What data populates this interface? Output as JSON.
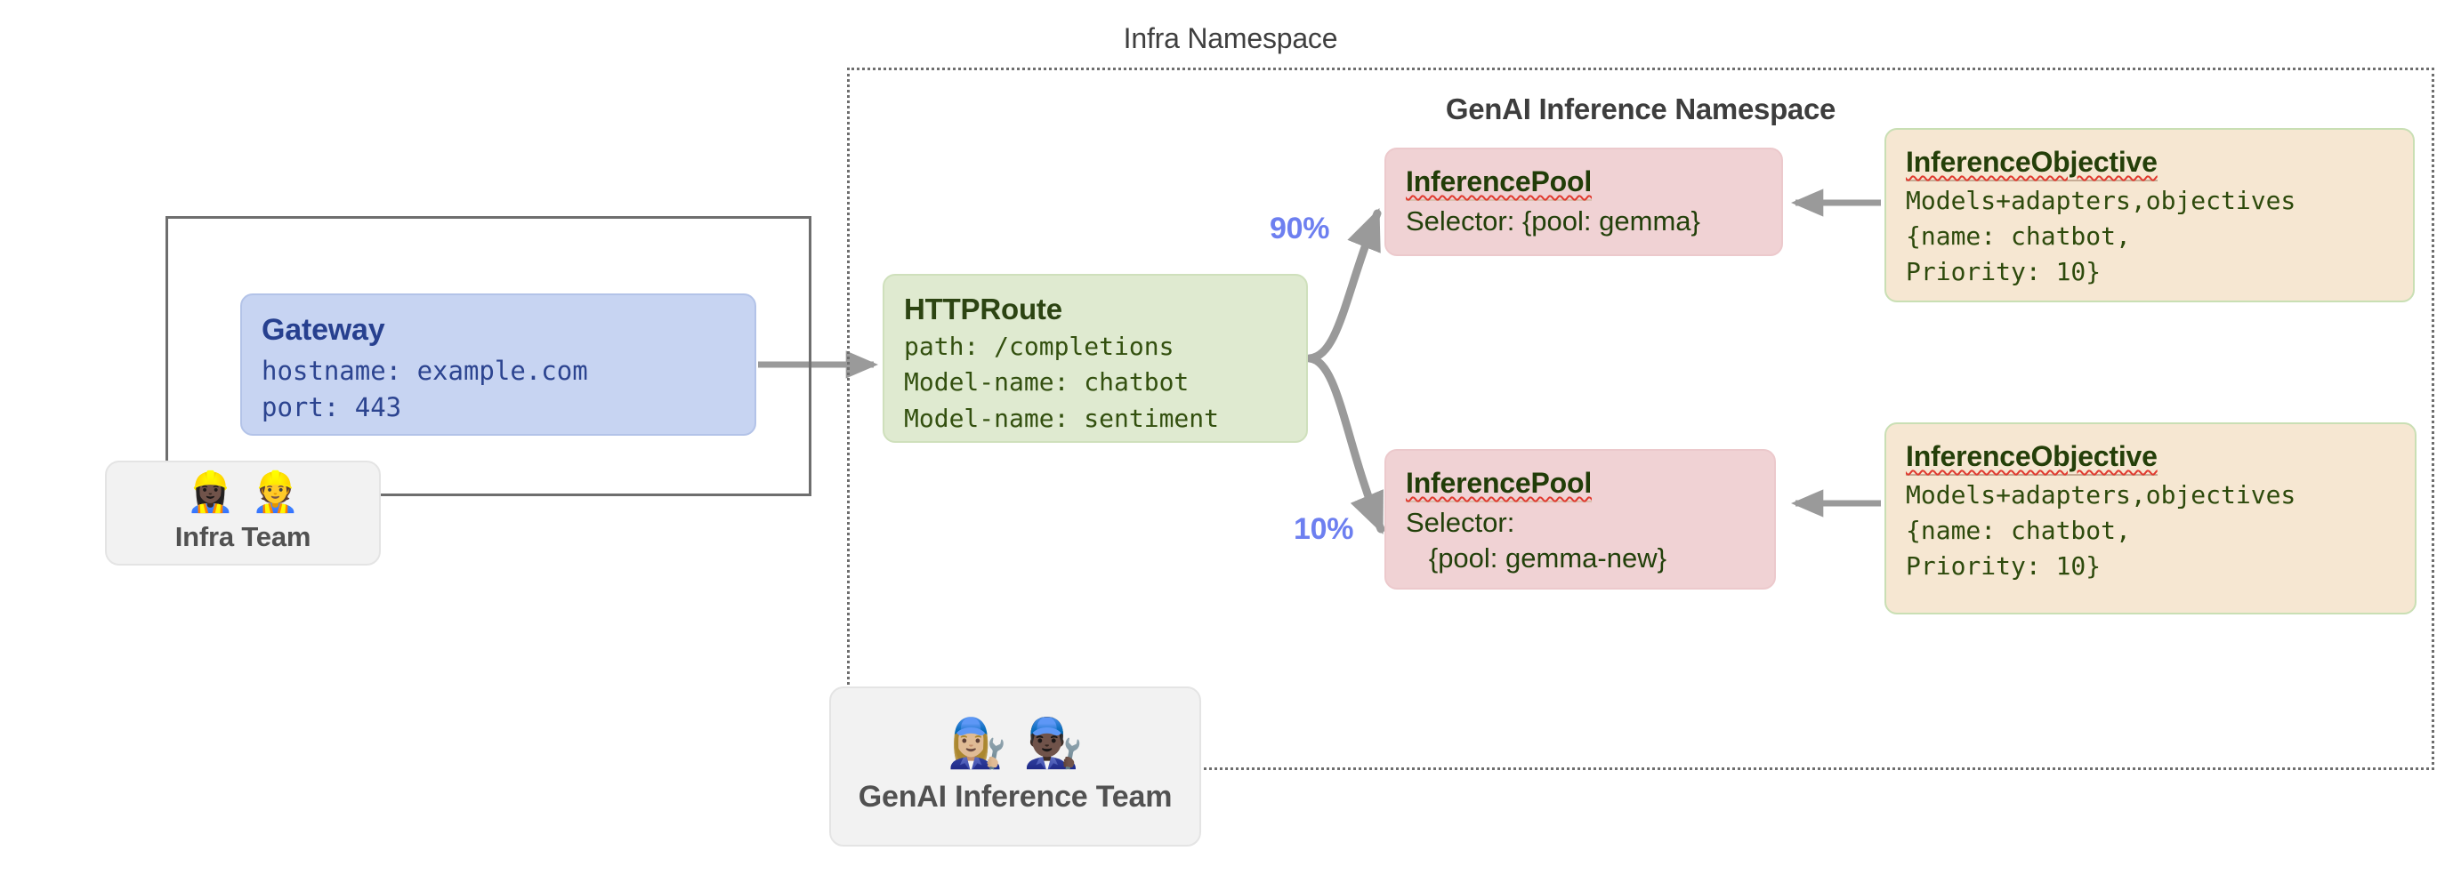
{
  "diagram": {
    "namespaces": [
      {
        "id": "infra",
        "title": "Infra Namespace",
        "border_style": "solid",
        "border_color": "#6e6e6e"
      },
      {
        "id": "genai",
        "title": "GenAI Inference Namespace",
        "border_style": "dotted",
        "border_color": "#6e6e6e"
      }
    ],
    "gateway": {
      "title": "Gateway",
      "body": "hostname: example.com\nport: 443",
      "bg_color": "#c7d4f2",
      "text_color": "#27408f"
    },
    "httproute": {
      "title": "HTTPRoute",
      "body": "path: /completions\nModel-name: chatbot\nModel-name: sentiment",
      "bg_color": "#dfead0",
      "text_color": "#2c4412"
    },
    "pools": [
      {
        "title": "InferencePool",
        "body": "Selector: {pool: gemma}",
        "bg_color": "#f0d2d4",
        "text_color": "#22400a",
        "weight_label": "90%"
      },
      {
        "title": "InferencePool",
        "body": "Selector:\n   {pool: gemma-new}",
        "bg_color": "#f0d2d4",
        "text_color": "#22400a",
        "weight_label": "10%"
      }
    ],
    "objectives": [
      {
        "title": "InferenceObjective",
        "body": "Models+adapters,objectives\n{name: chatbot,\nPriority: 10}",
        "bg_color": "#f6e7d2",
        "text_color": "#2d4a0c"
      },
      {
        "title": "InferenceObjective",
        "body": "Models+adapters,objectives\n{name: chatbot,\nPriority: 10}",
        "bg_color": "#f6e7d2",
        "text_color": "#2d4a0c"
      }
    ],
    "teams": [
      {
        "label": "Infra Team",
        "emojis": "👷🏿‍♀️👷",
        "icon_names": [
          "construction-worker-woman-icon",
          "construction-worker-man-icon"
        ]
      },
      {
        "label": "GenAI Inference Team",
        "emojis": "👩🏼‍🔧👨🏿‍🔧",
        "icon_names": [
          "mechanic-woman-icon",
          "mechanic-man-icon"
        ]
      }
    ],
    "accent_colors": {
      "weight_label": "#6d7ff0",
      "arrow": "#9a9a9a",
      "spellcheck_underline": "#e03a2f"
    }
  }
}
